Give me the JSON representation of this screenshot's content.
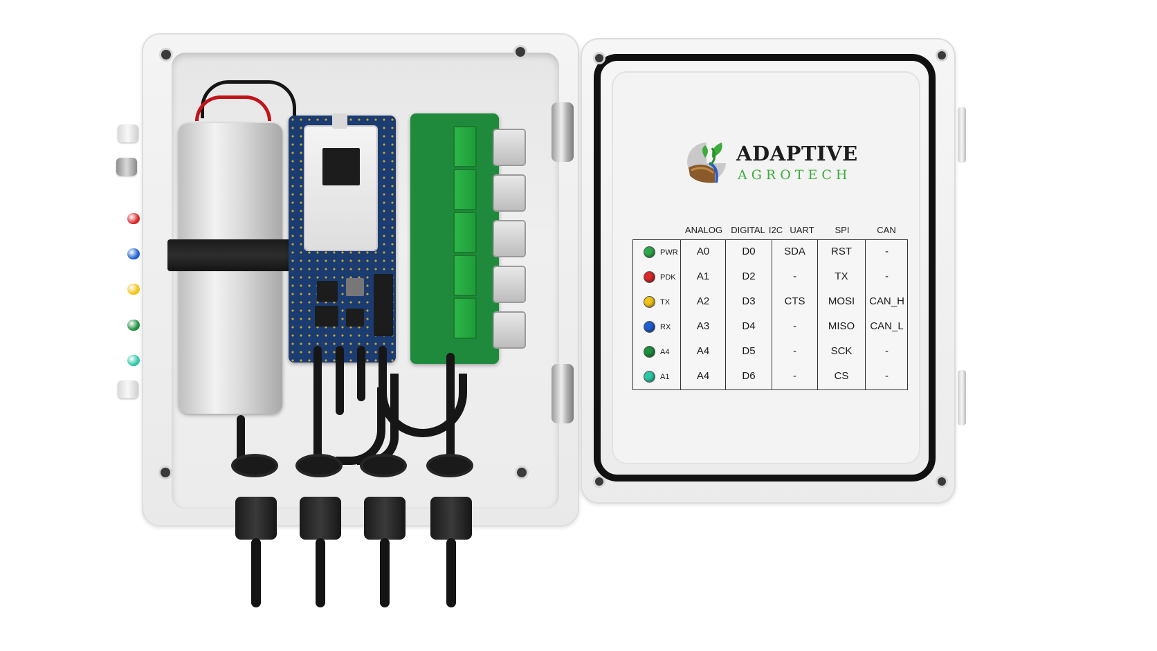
{
  "brand": {
    "name": "ADAPTIVE",
    "tagline": "AGROTECH",
    "accent_color": "#3cab3a"
  },
  "pinout": {
    "headers": {
      "analog": "ANALOG",
      "digital": "DIGITAL",
      "i2c": "I2C",
      "uart": "UART",
      "spi": "SPI",
      "can": "CAN"
    },
    "rows": [
      {
        "label": "PWR",
        "led": "#2fa84a",
        "analog": "A0",
        "digital": "D0",
        "i2c_uart": "SDA",
        "spi": "RST",
        "can": "-"
      },
      {
        "label": "PDK",
        "led": "#d8282a",
        "analog": "A1",
        "digital": "D2",
        "i2c_uart": "-",
        "spi": "TX",
        "can": "-"
      },
      {
        "label": "TX",
        "led": "#f2c318",
        "analog": "A2",
        "digital": "D3",
        "i2c_uart": "CTS",
        "spi": "MOSI",
        "can": "CAN_H"
      },
      {
        "label": "RX",
        "led": "#1f5fd0",
        "analog": "A3",
        "digital": "D4",
        "i2c_uart": "-",
        "spi": "MISO",
        "can": "CAN_L"
      },
      {
        "label": "A4",
        "led": "#1e8f3c",
        "analog": "A4",
        "digital": "D5",
        "i2c_uart": "-",
        "spi": "SCK",
        "can": "-"
      },
      {
        "label": "A1",
        "led": "#2fc7a8",
        "analog": "A4",
        "digital": "D6",
        "i2c_uart": "-",
        "spi": "CS",
        "can": "-"
      }
    ]
  },
  "side_leds": [
    "#d8282a",
    "#1f5fd0",
    "#f2c318",
    "#1e8f3c",
    "#2fc7a8"
  ]
}
